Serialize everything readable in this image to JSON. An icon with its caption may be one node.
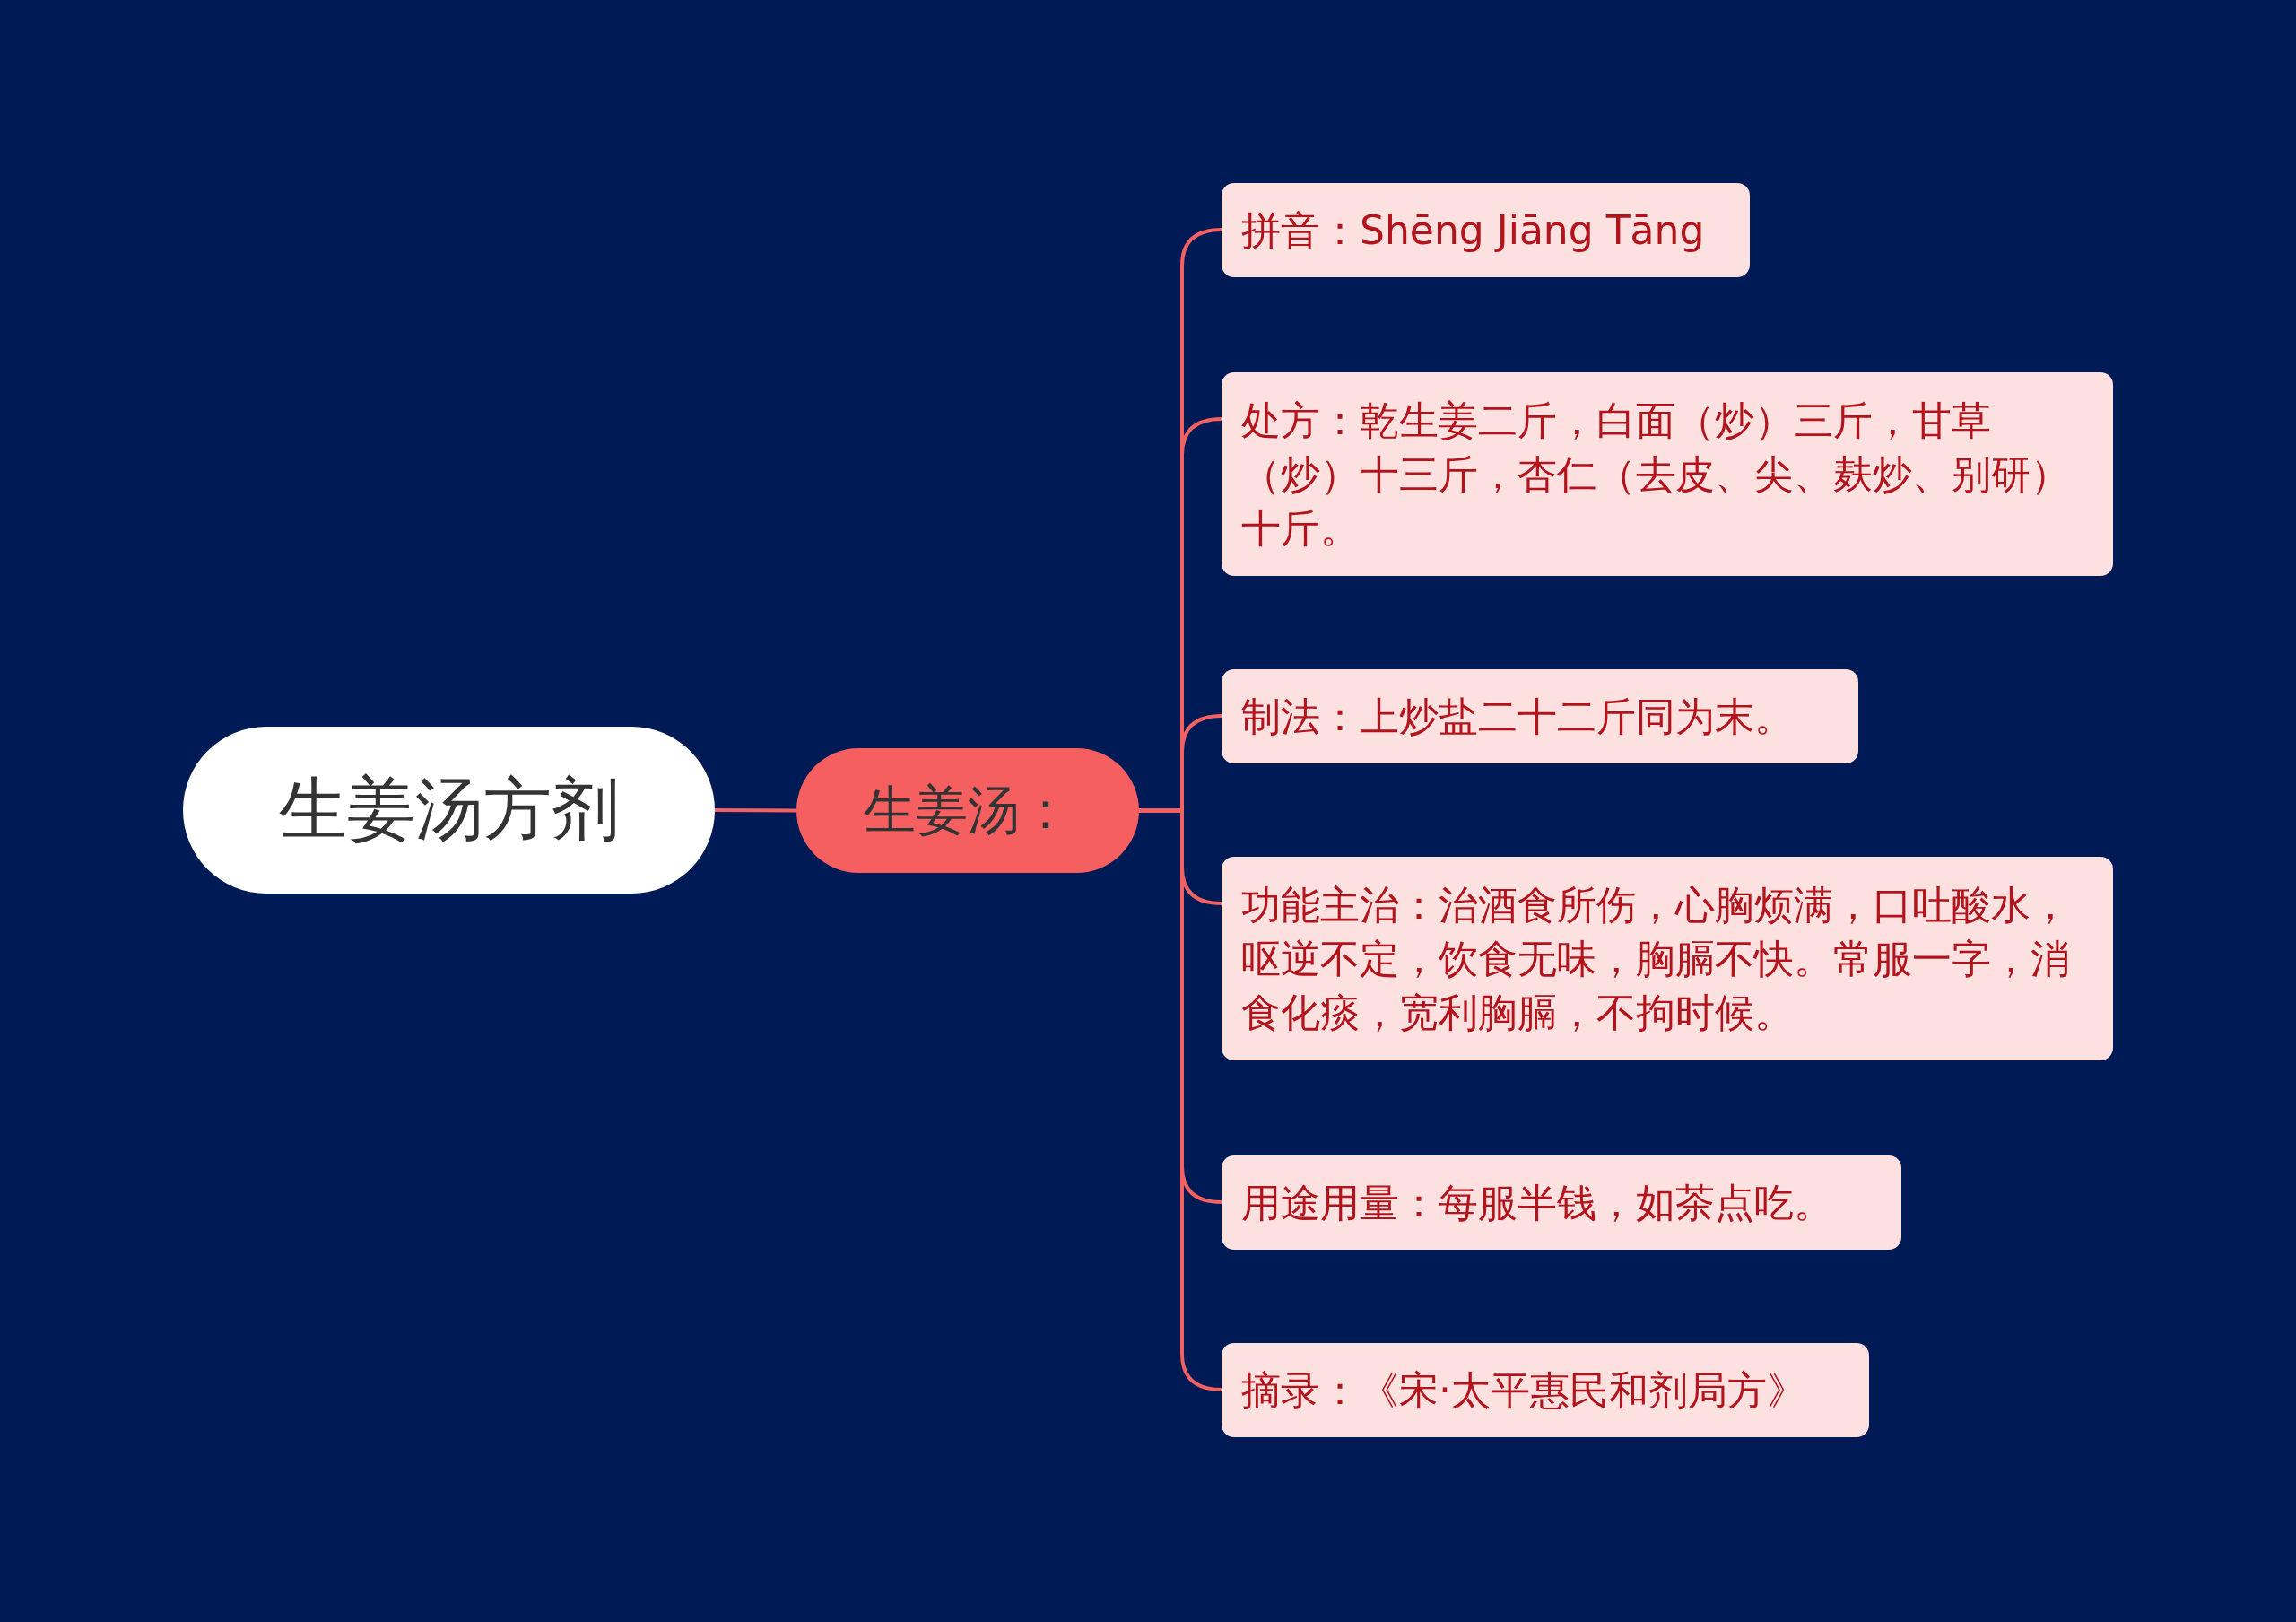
{
  "diagram": {
    "nodes": [
      {
        "text": [
          "生姜汤方剂"
        ]
      },
      {
        "text": [
          "生姜汤："
        ]
      },
      {
        "text": [
          "拼音：Shēng Jiāng Tāng"
        ]
      },
      {
        "text": [
          "处方：乾生姜二斤，白面（炒）三斤，甘草（炒）十三斤，杏仁（去皮、尖、麸炒、别研）十斤。"
        ]
      },
      {
        "text": [
          "制法：上炒盐二十二斤同为末。"
        ]
      },
      {
        "text": [
          "功能主治：治酒食所伤，心胸烦满，口吐酸水，呕逆不定，饮食无味，胸膈不快。常服一字，消食化痰，宽利胸膈，不拘时候。"
        ]
      },
      {
        "text": [
          "用途用量：每服半钱，如茶点吃。"
        ]
      },
      {
        "text": [
          "摘录：《宋·太平惠民和剂局方》"
        ]
      }
    ],
    "edges": [
      {
        "from": 0,
        "to": 1,
        "arrow": "none"
      },
      {
        "from": 1,
        "to": 2,
        "arrow": "none"
      },
      {
        "from": 1,
        "to": 3,
        "arrow": "none"
      },
      {
        "from": 1,
        "to": 4,
        "arrow": "none"
      },
      {
        "from": 1,
        "to": 5,
        "arrow": "none"
      },
      {
        "from": 1,
        "to": 6,
        "arrow": "none"
      },
      {
        "from": 1,
        "to": 7,
        "arrow": "none"
      }
    ]
  }
}
